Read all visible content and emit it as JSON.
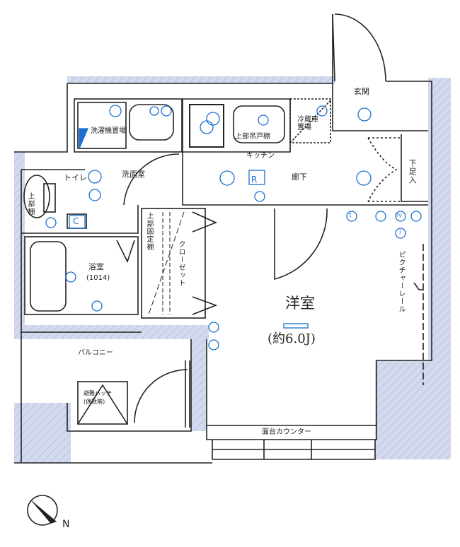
{
  "rooms": {
    "entrance": "玄関",
    "washer_space": "洗濯機置場",
    "upper_cabinet": "上部吊戸棚",
    "fridge_space": "冷蔵庫置場",
    "kitchen": "キッチン",
    "washroom": "洗面室",
    "hallway": "廊下",
    "shoe_cabinet": "下足入",
    "toilet": "トイレ",
    "upper_shelf": "上部棚",
    "bathroom": "浴室",
    "bathroom_size": "(1014)",
    "upper_fixed_shelf": "上部固定棚",
    "closet": "クローゼット",
    "western_room": "洋室",
    "western_room_size": "(約6.0J)",
    "picture_rail": "ピクチャーレール",
    "balcony": "バルコニー",
    "escape_hatch": "避難ハッチ",
    "escape_hatch_note": "(偶数階)",
    "counter": "面台カウンター"
  },
  "symbols": {
    "fridge_R": "R",
    "c_mark": "C",
    "tv": "TV",
    "t_mark": "t",
    "i_mark": "i"
  },
  "compass": {
    "label": "N"
  },
  "colors": {
    "wall": "#222222",
    "equipment": "#1a6fd0",
    "shaded": "#c9d1ea"
  }
}
